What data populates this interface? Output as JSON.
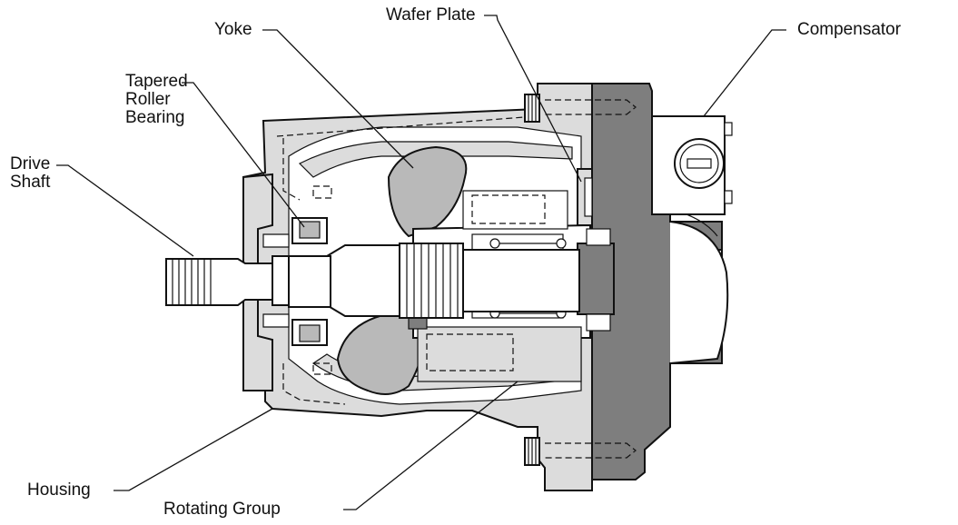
{
  "labels": {
    "yoke": "Yoke",
    "wafer_plate": "Wafer Plate",
    "compensator": "Compensator",
    "tapered_roller_bearing": [
      "Tapered",
      "Roller",
      "Bearing"
    ],
    "drive_shaft": [
      "Drive",
      "Shaft"
    ],
    "housing": "Housing",
    "rotating_group": "Rotating Group"
  },
  "colors": {
    "light_gray": "#dcdcdc",
    "mid_gray": "#b9b9b9",
    "dark_gray": "#7e7e7e",
    "line": "#111111"
  }
}
